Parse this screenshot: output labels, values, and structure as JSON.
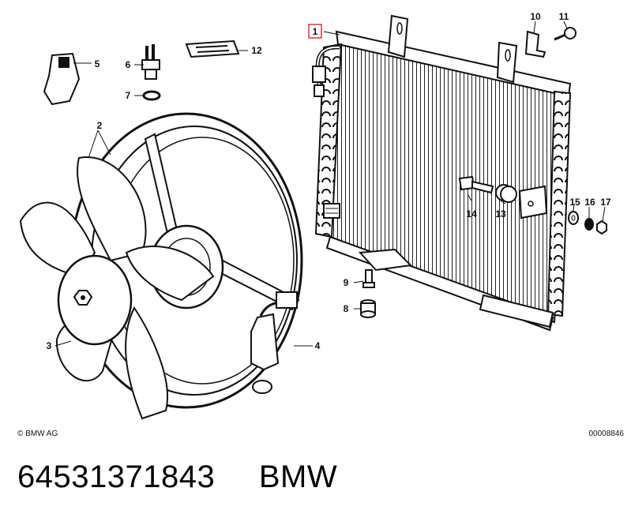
{
  "callouts": {
    "c1": "1",
    "c2": "2",
    "c3": "3",
    "c4": "4",
    "c5": "5",
    "c6": "6",
    "c7": "7",
    "c8": "8",
    "c9": "9",
    "c10": "10",
    "c11": "11",
    "c12": "12",
    "c13": "13",
    "c14": "14",
    "c15": "15",
    "c16": "16",
    "c17": "17"
  },
  "copyright": "© BMW AG",
  "diagram_id": "00008846",
  "footer": {
    "part_number": "64531371843",
    "brand": "BMW"
  },
  "colors": {
    "highlight_box": "#e0333a",
    "line": "#111111"
  }
}
